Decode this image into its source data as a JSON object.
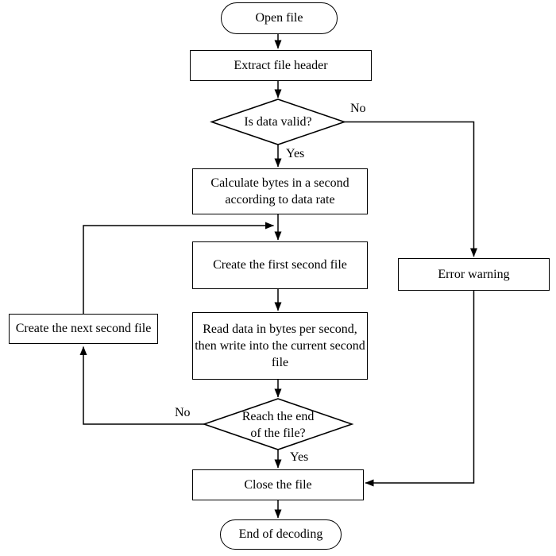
{
  "flowchart": {
    "nodes": [
      {
        "id": "open-file",
        "shape": "terminator",
        "label": "Open file"
      },
      {
        "id": "extract-header",
        "shape": "process",
        "label": "Extract file header"
      },
      {
        "id": "is-data-valid",
        "shape": "decision",
        "label": "Is data valid?"
      },
      {
        "id": "calc-bytes",
        "shape": "process",
        "label": "Calculate bytes in a second according to data rate"
      },
      {
        "id": "create-first",
        "shape": "process",
        "label": "Create the first second file"
      },
      {
        "id": "read-data",
        "shape": "process",
        "label": "Read data in bytes per second, then write into the current second file"
      },
      {
        "id": "reach-end",
        "shape": "decision",
        "label": "Reach the end of the file?"
      },
      {
        "id": "close-file",
        "shape": "process",
        "label": "Close the file"
      },
      {
        "id": "end-decoding",
        "shape": "terminator",
        "label": "End of decoding"
      },
      {
        "id": "create-next",
        "shape": "process",
        "label": "Create the next second file"
      },
      {
        "id": "error-warning",
        "shape": "process",
        "label": "Error warning"
      }
    ],
    "edge_labels": [
      {
        "id": "valid-no",
        "text": "No"
      },
      {
        "id": "valid-yes",
        "text": "Yes"
      },
      {
        "id": "reach-no",
        "text": "No"
      },
      {
        "id": "reach-yes",
        "text": "Yes"
      }
    ],
    "colors": {
      "stroke": "#000000",
      "node_fill": "#ffffff",
      "text": "#000000",
      "background": "#ffffff"
    }
  }
}
